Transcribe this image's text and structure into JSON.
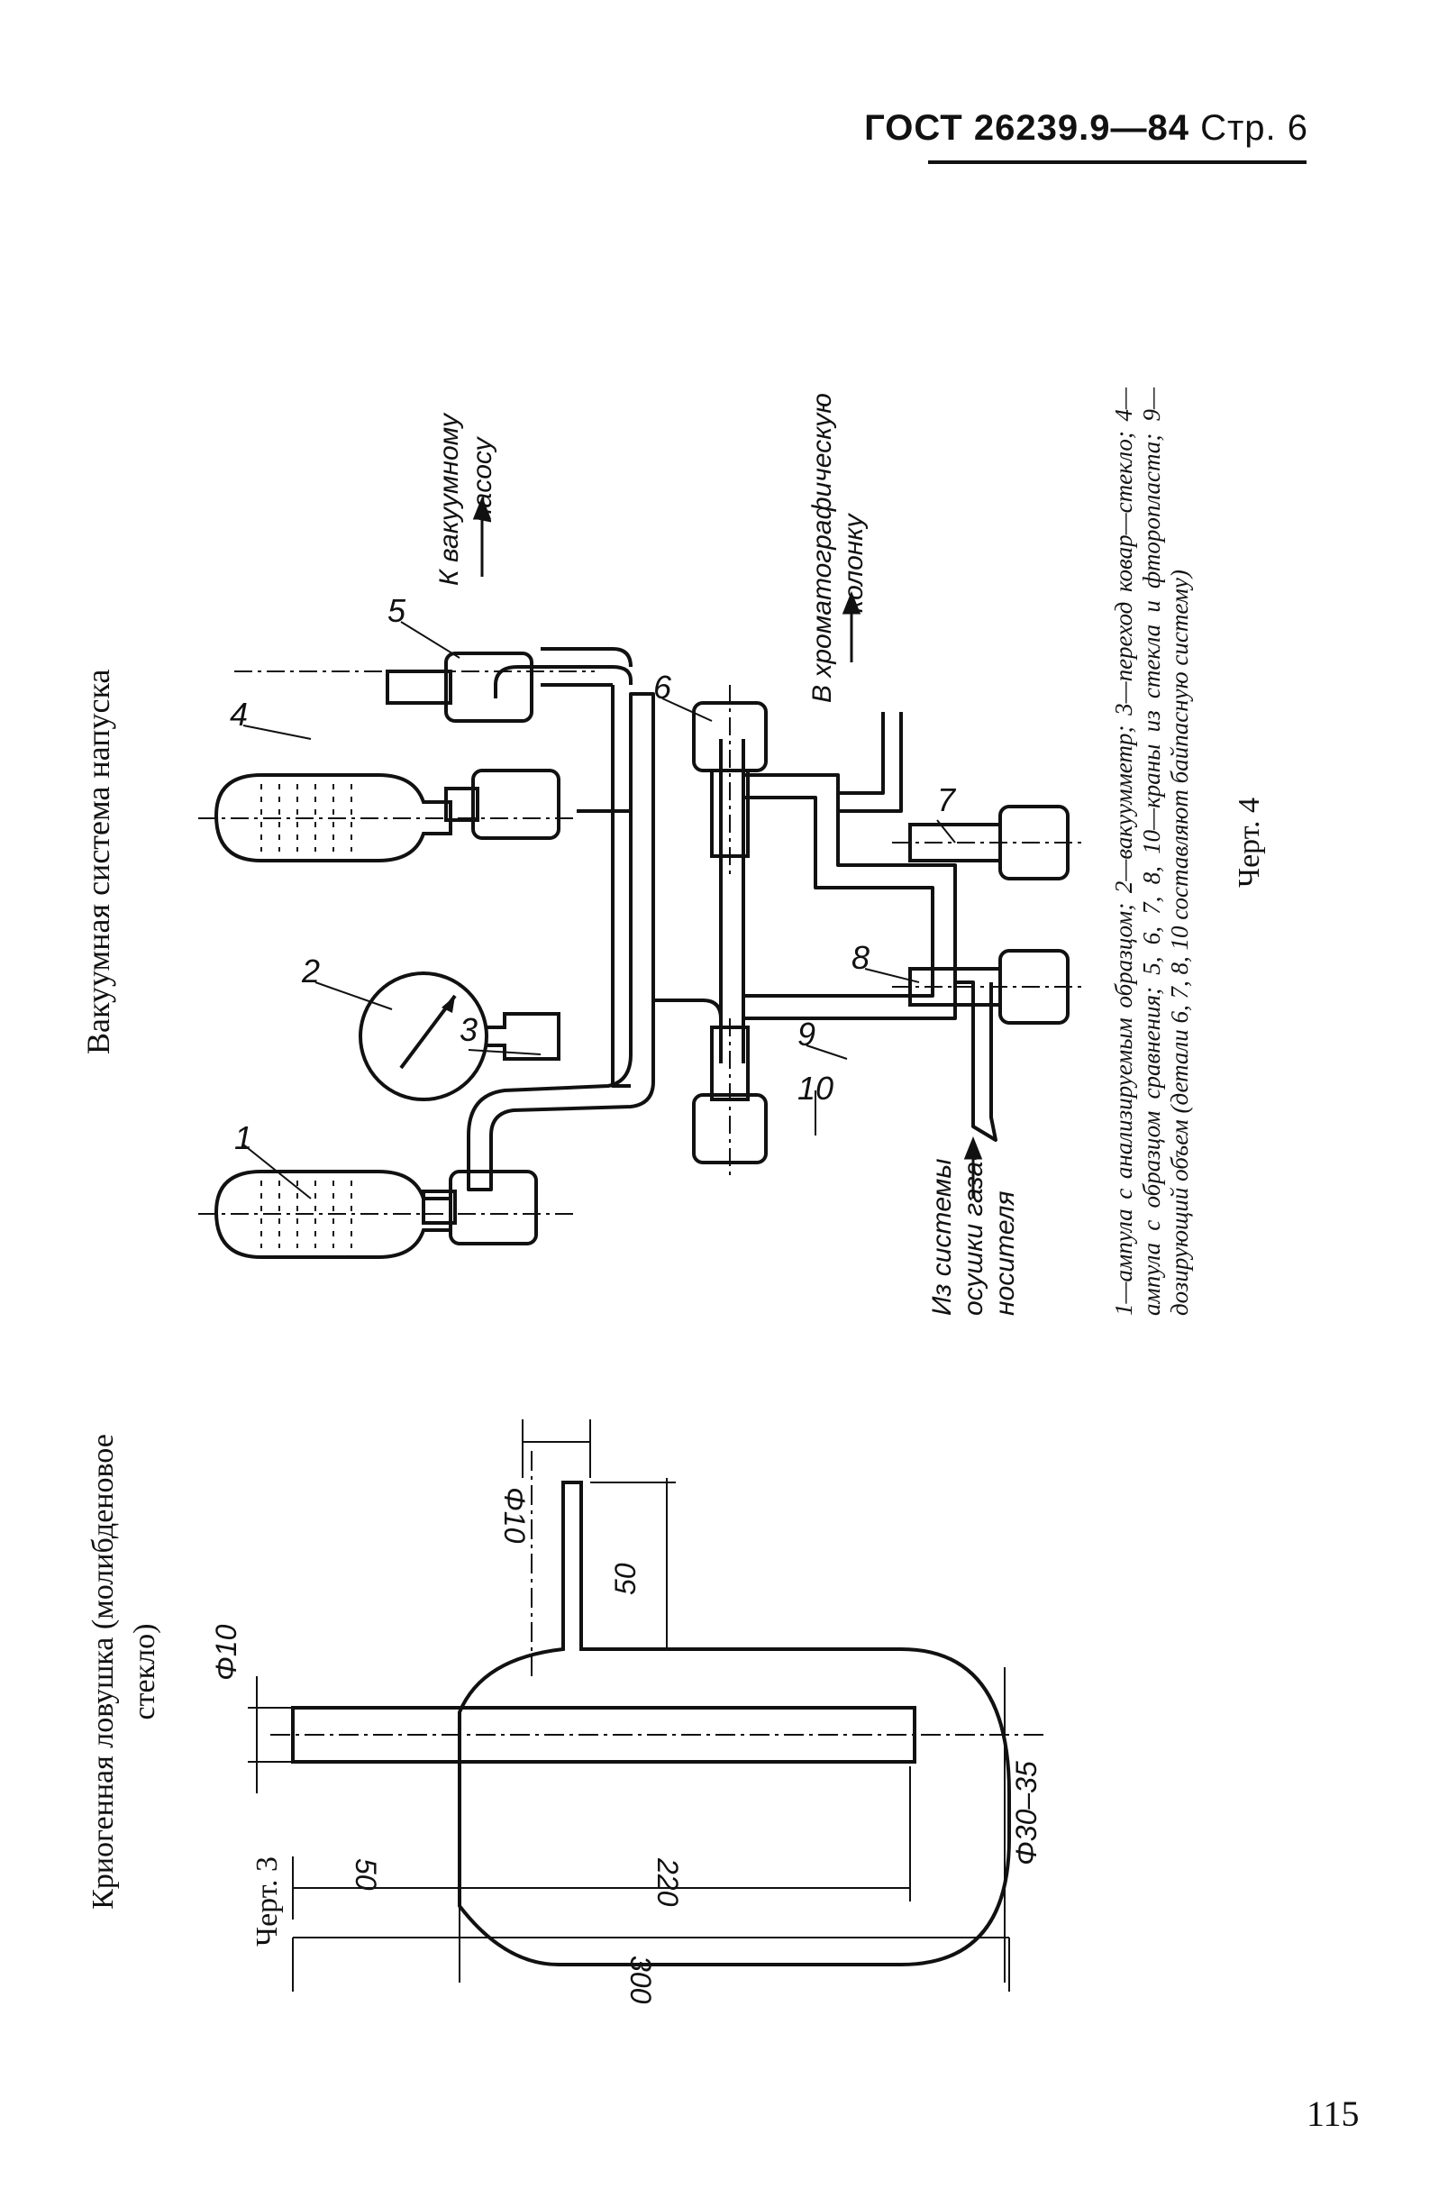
{
  "header": {
    "standard": "ГОСТ 26239.9—84",
    "page_label": "Стр. 6"
  },
  "page_number": "115",
  "figure4": {
    "title": "Вакуумная система напуска",
    "caption": "Черт. 4",
    "labels": {
      "n1": "1",
      "n2": "2",
      "n3": "3",
      "n4": "4",
      "n5": "5",
      "n6": "6",
      "n7": "7",
      "n8": "8",
      "n9": "9",
      "n10": "10"
    },
    "outlet_pump": {
      "line1": "К вакуумному",
      "line2": "насосу"
    },
    "outlet_column": {
      "line1": "В хроматографическую",
      "line2": "колонку"
    },
    "inlet_carrier": {
      "line1": "Из системы",
      "line2": "осушки газа-",
      "line3": "носителя"
    },
    "legend": "1—ампула с анализируемым образцом; 2—вакуумметр; 3—переход ковар—стекло; 4—ампула с образцом сравнения; 5, 6, 7, 8, 10—краны из стекла и фторопласта; 9—дозирующий объем (детали 6, 7, 8, 10 составляют байпасную систему)"
  },
  "figure3": {
    "title": "Криогенная ловушка (молибденовое стекло)",
    "caption": "Черт. 3",
    "dims": {
      "d_inlet": "Φ10",
      "d_inner": "Φ10",
      "d_outer": "Φ30–35",
      "len_side": "50",
      "len_inner": "50",
      "len_tube": "220",
      "len_total": "300"
    }
  }
}
